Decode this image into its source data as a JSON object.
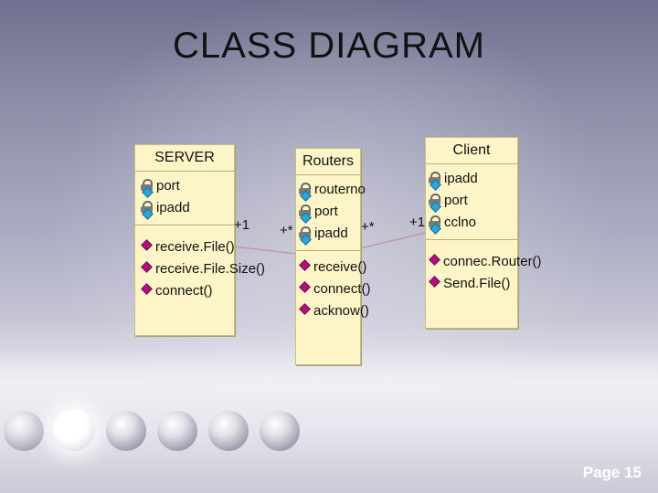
{
  "title": "CLASS DIAGRAM",
  "page_label": "Page 15",
  "classes": {
    "server": {
      "name": "SERVER",
      "attributes": [
        "port",
        "ipadd"
      ],
      "operations": [
        "receive.File()",
        "receive.File.Size()",
        "connect()"
      ]
    },
    "routers": {
      "name": "Routers",
      "attributes": [
        "routerno",
        "port",
        "ipadd"
      ],
      "operations": [
        "receive()",
        "connect()",
        "acknow()"
      ]
    },
    "client": {
      "name": "Client",
      "attributes": [
        "ipadd",
        "port",
        "cclno"
      ],
      "operations": [
        "connec.Router()",
        "Send.File()"
      ]
    }
  },
  "multiplicities": {
    "server_end": "+1",
    "routers_left_end": "+*",
    "routers_right_end": "+*",
    "client_end": "+1"
  },
  "icons": {
    "attribute": "lock-icon",
    "operation": "diamond-icon"
  },
  "colors": {
    "class_fill": "#fdf5c8",
    "operation_icon": "#b0127a",
    "attribute_icon": "#2aa7d8",
    "link_line": "#c98da2"
  }
}
